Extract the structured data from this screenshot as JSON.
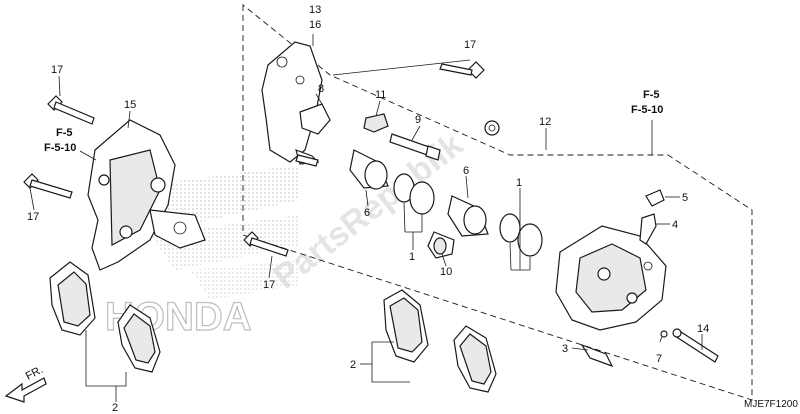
{
  "callouts": {
    "c13": "13",
    "c16": "16",
    "c8": "8",
    "c17_top": "17",
    "c11": "11",
    "c9": "9",
    "c12": "12",
    "c15": "15",
    "c17_left_top": "17",
    "c17_left_bottom": "17",
    "c6_left": "6",
    "c6_right": "6",
    "c1_left": "1",
    "c1_right": "1",
    "c10": "10",
    "c17_mid": "17",
    "c5": "5",
    "c4": "4",
    "c14": "14",
    "c3": "3",
    "c7": "7",
    "c2_left": "2",
    "c2_right": "2"
  },
  "references": {
    "left_f5": "F-5",
    "left_f510": "F-5-10",
    "right_f5": "F-5",
    "right_f510": "F-5-10"
  },
  "front_arrow": "FR.",
  "diagram_code": "MJE7F1200",
  "watermark": "PartsRepublik",
  "brand_outline": "HONDA"
}
